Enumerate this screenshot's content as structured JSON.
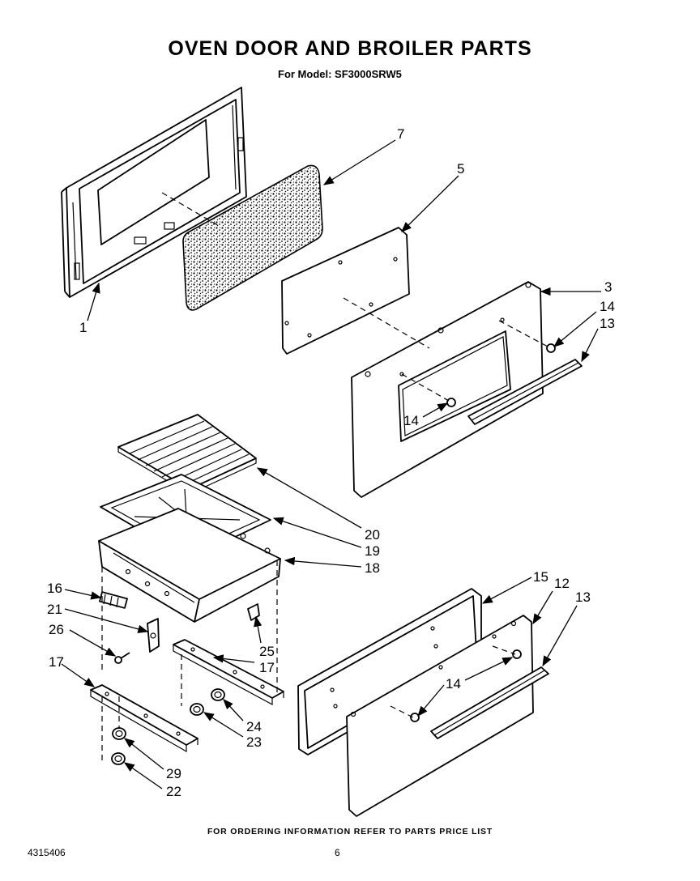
{
  "header": {
    "title": "OVEN DOOR AND BROILER PARTS",
    "subtitle": "For Model: SF3000SRW5"
  },
  "callouts": [
    "7",
    "5",
    "3",
    "14",
    "13",
    "1",
    "14",
    "20",
    "19",
    "18",
    "15",
    "12",
    "13",
    "16",
    "21",
    "26",
    "25",
    "17",
    "17",
    "14",
    "24",
    "23",
    "29",
    "22"
  ],
  "footer": {
    "note": "FOR ORDERING INFORMATION REFER TO PARTS PRICE LIST",
    "doc_number": "4315406",
    "page_number": "6"
  }
}
